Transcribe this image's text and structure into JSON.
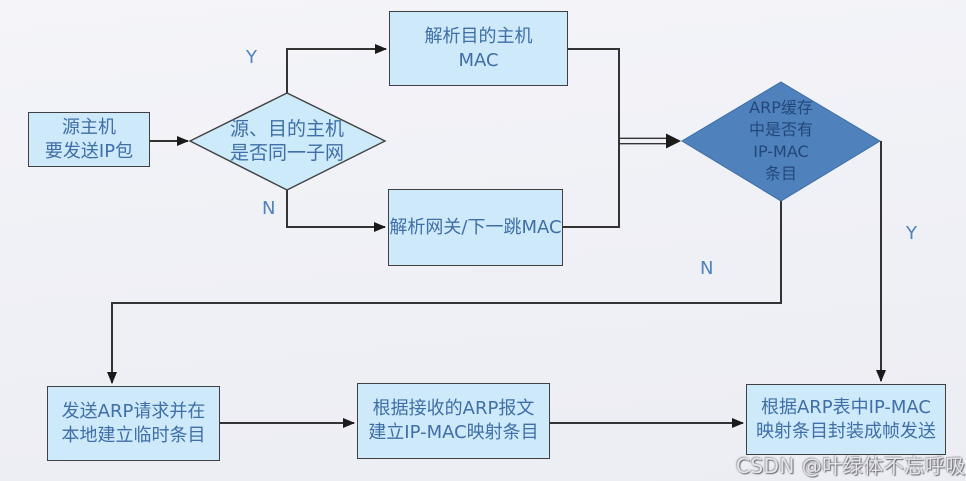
{
  "nodes": {
    "source_host": "源主机\n要发送IP包",
    "subnet_decision": "源、目的主机\n是否同一子网",
    "resolve_dest_mac": "解析目的主机\nMAC",
    "resolve_gateway_mac": "解析网关/下一跳MAC",
    "arp_cache_decision": "ARP缓存\n中是否有\nIP-MAC\n条目",
    "send_arp_request": "发送ARP请求并在\n本地建立临时条目",
    "build_mapping": "根据接收的ARP报文\n建立IP-MAC映射条目",
    "encapsulate_frame": "根据ARP表中IP-MAC\n映射条目封装成帧发送"
  },
  "edge_labels": {
    "subnet_yes": "Y",
    "subnet_no": "N",
    "cache_no": "N",
    "cache_yes": "Y"
  },
  "watermark": "CSDN @叶绿体不忘呼吸",
  "colors": {
    "process_fill": "#cde9fa",
    "decision_light_fill": "#cdeafa",
    "process_border": "#404040",
    "process_text": "#3f6fa6",
    "decision_dark_fill": "#4f81bd",
    "decision_dark_border": "#3c6ea5",
    "decision_dark_text": "#24477a",
    "connector": "#333333",
    "edge_label_text": "#4f81bd"
  }
}
